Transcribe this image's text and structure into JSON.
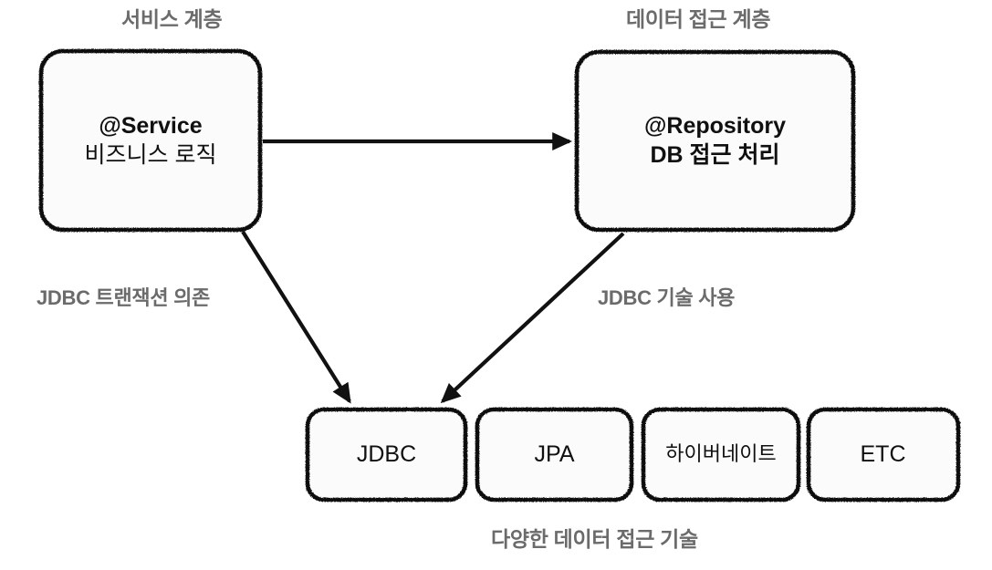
{
  "diagram": {
    "title_service_layer": "서비스 계층",
    "title_data_access_layer": "데이터 접근 계층",
    "bottom_caption": "다양한 데이터 접근 기술",
    "colors": {
      "background": "#ffffff",
      "node_fill": "#fbfbfb",
      "node_stroke": "#111111",
      "label_gray": "#6b6b6b",
      "body_text": "#101010"
    },
    "nodes": {
      "service": {
        "line1": "@Service",
        "line2": "비즈니스 로직"
      },
      "repository": {
        "line1": "@Repository",
        "line2": "DB 접근 처리"
      },
      "tech": [
        {
          "label": "JDBC"
        },
        {
          "label": "JPA"
        },
        {
          "label": "하이버네이트"
        },
        {
          "label": "ETC"
        }
      ]
    },
    "edges": {
      "service_to_repository": "",
      "service_to_jdbc": "JDBC 트랜잭션 의존",
      "repository_to_jdbc": "JDBC 기술 사용"
    }
  }
}
